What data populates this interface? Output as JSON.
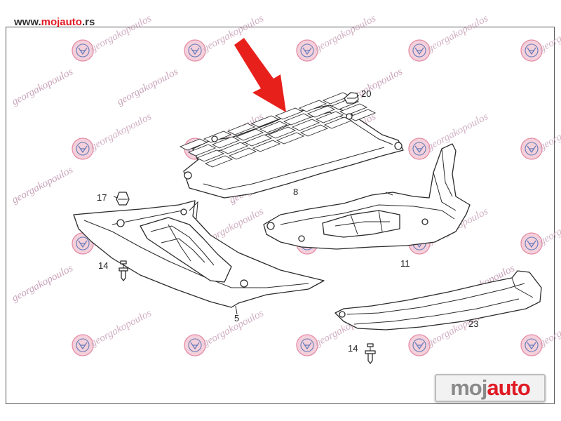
{
  "header": {
    "url_prefix": "www.",
    "url_brand": "mojauto",
    "url_suffix": ".rs"
  },
  "watermark": {
    "text": "georgakopoulos"
  },
  "logo": {
    "part1": "moj",
    "part2": "auto"
  },
  "diagram": {
    "arrow_color": "#e8201c",
    "callouts": [
      "20",
      "8",
      "17",
      "11",
      "14",
      "5",
      "23",
      "14"
    ]
  },
  "colors": {
    "brand_red": "#e01b24",
    "line": "#2b2b2b",
    "watermark_pink": "#c9a3b9"
  }
}
